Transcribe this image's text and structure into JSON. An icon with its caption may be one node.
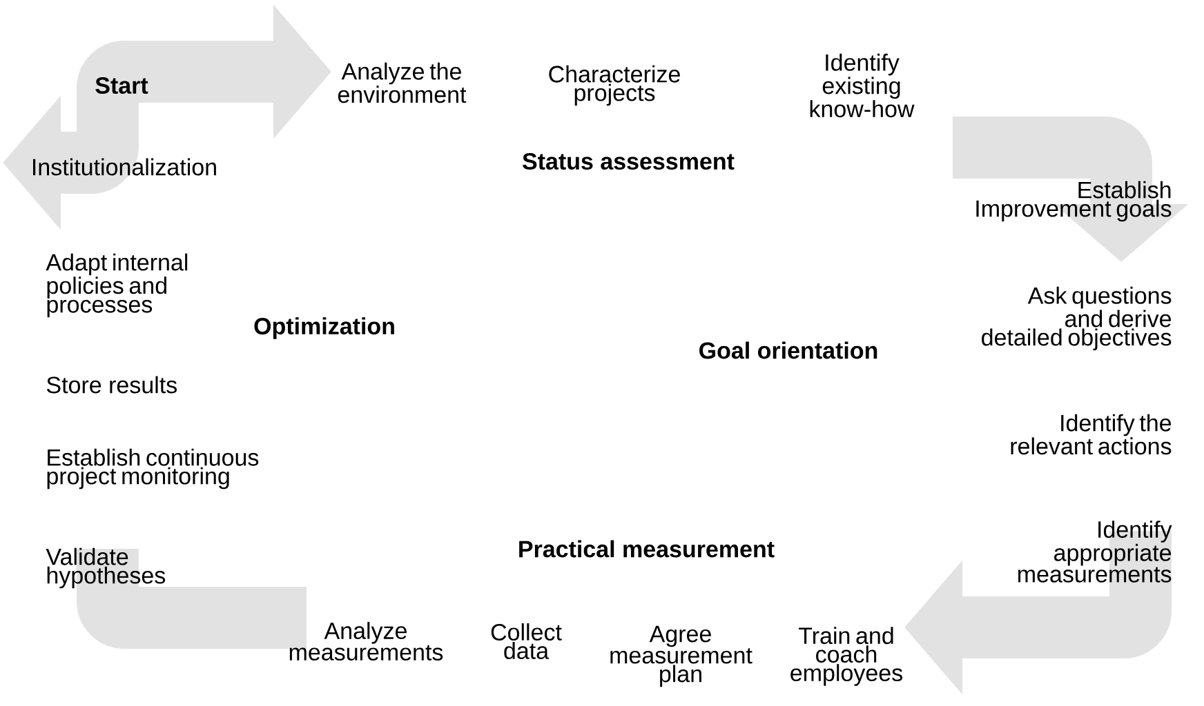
{
  "diagram": {
    "labels": [
      "Start",
      "Analyze the environment",
      "Characterize projects",
      "Identify existing know-how",
      "Institutionalization",
      "Status assessment",
      "Establish Improvement goals",
      "Adapt internal policies and processes",
      "Optimization",
      "Ask questions and derive detailed objectives",
      "Goal orientation",
      "Store results",
      "Identify the relevant actions",
      "Establish continuous project monitoring",
      "Identify appropriate measurements",
      "Practical measurement",
      "Validate hypotheses",
      "Analyze measurements",
      "Collect data",
      "Agree measurement plan",
      "Train and coach employees"
    ]
  }
}
